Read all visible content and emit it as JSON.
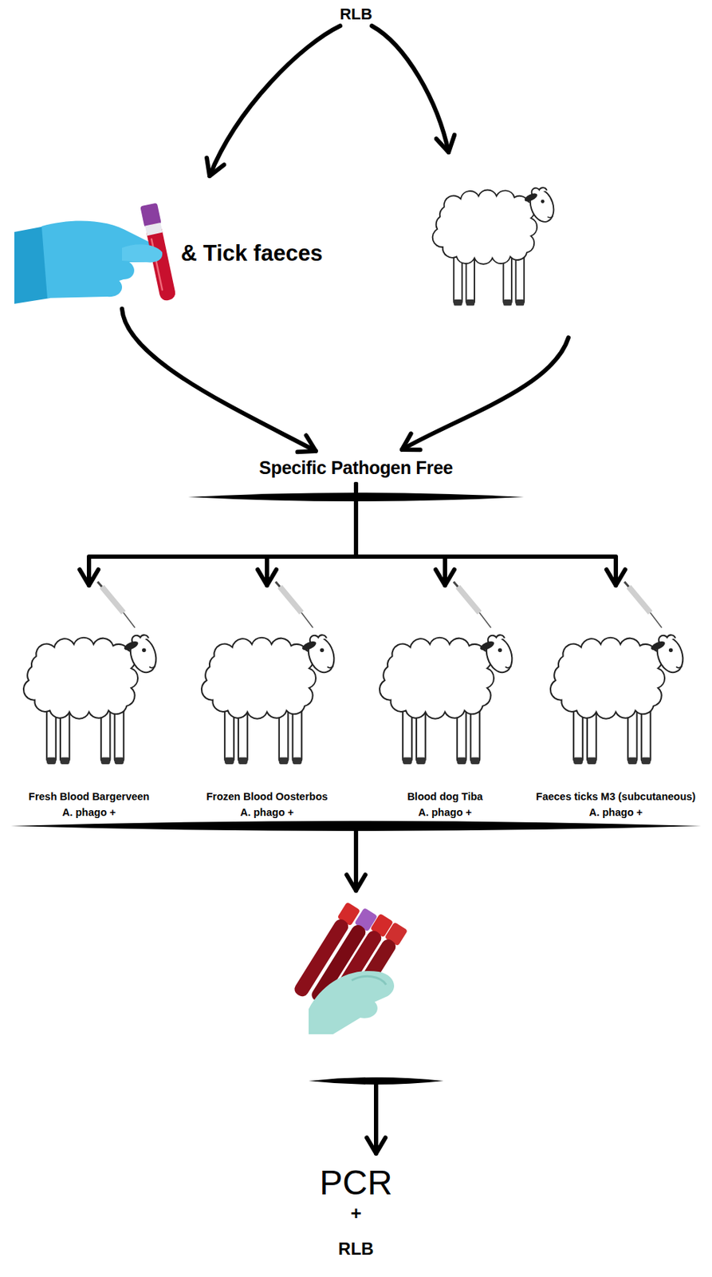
{
  "diagram": {
    "nodes": [
      {
        "text": [
          "RLB"
        ]
      },
      {
        "text": [
          "& Tick faeces"
        ]
      },
      {
        "text": [
          "Specific Pathogen Free"
        ]
      },
      {
        "text": [
          "Fresh Blood Bargerveen",
          "A. phago +"
        ]
      },
      {
        "text": [
          "Frozen Blood Oosterbos",
          "A. phago +"
        ]
      },
      {
        "text": [
          "Blood dog Tiba",
          "A. phago +"
        ]
      },
      {
        "text": [
          "Faeces ticks M3 (subcutaneous)",
          "A. phago +"
        ]
      },
      {
        "text": [
          "PCR",
          "+",
          "RLB"
        ]
      }
    ],
    "edges": [
      {
        "from": 0,
        "to": 1,
        "arrow": "to"
      },
      {
        "from": 1,
        "to": 2,
        "arrow": "to"
      },
      {
        "from": 2,
        "to": 3,
        "arrow": "to"
      },
      {
        "from": 2,
        "to": 4,
        "arrow": "to"
      },
      {
        "from": 2,
        "to": 5,
        "arrow": "to"
      },
      {
        "from": 2,
        "to": 6,
        "arrow": "to"
      }
    ]
  }
}
